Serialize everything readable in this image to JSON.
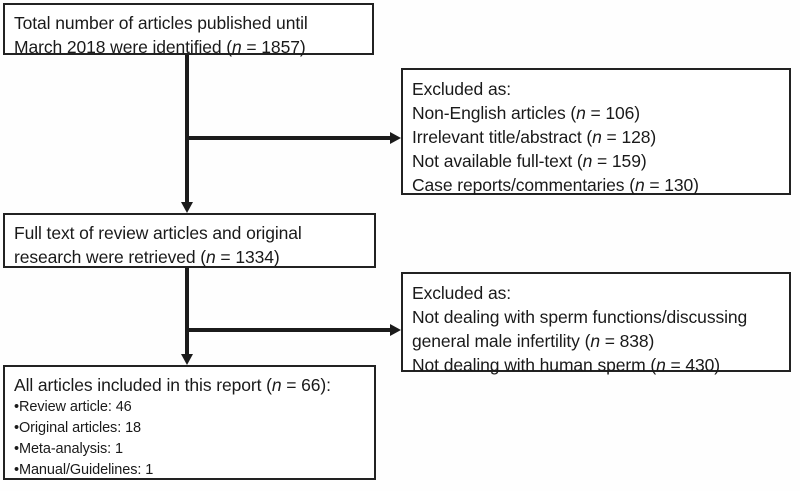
{
  "diagram": {
    "title": "Article selection flowchart",
    "type": "flowchart",
    "accent_color": "#1b1b1b",
    "box_border_color": "#222222",
    "background_color": "#ffffff"
  },
  "nodes": {
    "identified": {
      "line1": "Total number of articles published until",
      "line2_pre": "March 2018 were identified (",
      "line2_n": "n",
      "line2_post": " = 1857)",
      "count": 1857
    },
    "excluded_1": {
      "heading": "Excluded as:",
      "items": [
        {
          "label_pre": "Non-English articles (",
          "n": "n",
          "label_post": " = 106)",
          "count": 106
        },
        {
          "label_pre": "Irrelevant title/abstract (",
          "n": "n",
          "label_post": " = 128)",
          "count": 128
        },
        {
          "label_pre": "Not available full-text (",
          "n": "n",
          "label_post": " = 159)",
          "count": 159
        },
        {
          "label_pre": "Case reports/commentaries (",
          "n": "n",
          "label_post": " = 130)",
          "count": 130
        }
      ]
    },
    "retrieved": {
      "line1": "Full text of review articles and original",
      "line2_pre": "research were retrieved (",
      "line2_n": "n",
      "line2_post": " = 1334)",
      "count": 1334
    },
    "excluded_2": {
      "heading": "Excluded as:",
      "line1": "Not dealing with sperm functions/discussing",
      "line2_pre": "general male infertility (",
      "line2_n": "n",
      "line2_post": " = 838)",
      "line3_pre": "Not dealing with human sperm (",
      "line3_n": "n",
      "line3_post": " = 430)",
      "count_general": 838,
      "count_human": 430
    },
    "included": {
      "heading_pre": "All articles included in this report (",
      "heading_n": "n",
      "heading_post": " = 66):",
      "count": 66,
      "items": [
        {
          "bullet": "•",
          "label": "Review article: 46",
          "value": 46
        },
        {
          "bullet": "•",
          "label": "Original articles: 18",
          "value": 18
        },
        {
          "bullet": "•",
          "label": "Meta-analysis: 1",
          "value": 1
        },
        {
          "bullet": "•",
          "label": "Manual/Guidelines: 1",
          "value": 1
        }
      ]
    }
  },
  "connectors": [
    {
      "name": "identified-to-retrieved",
      "kind": "vertical-arrow"
    },
    {
      "name": "identified-to-excluded-1",
      "kind": "horizontal-arrow"
    },
    {
      "name": "retrieved-to-included",
      "kind": "vertical-arrow"
    },
    {
      "name": "retrieved-to-excluded-2",
      "kind": "horizontal-arrow"
    }
  ]
}
